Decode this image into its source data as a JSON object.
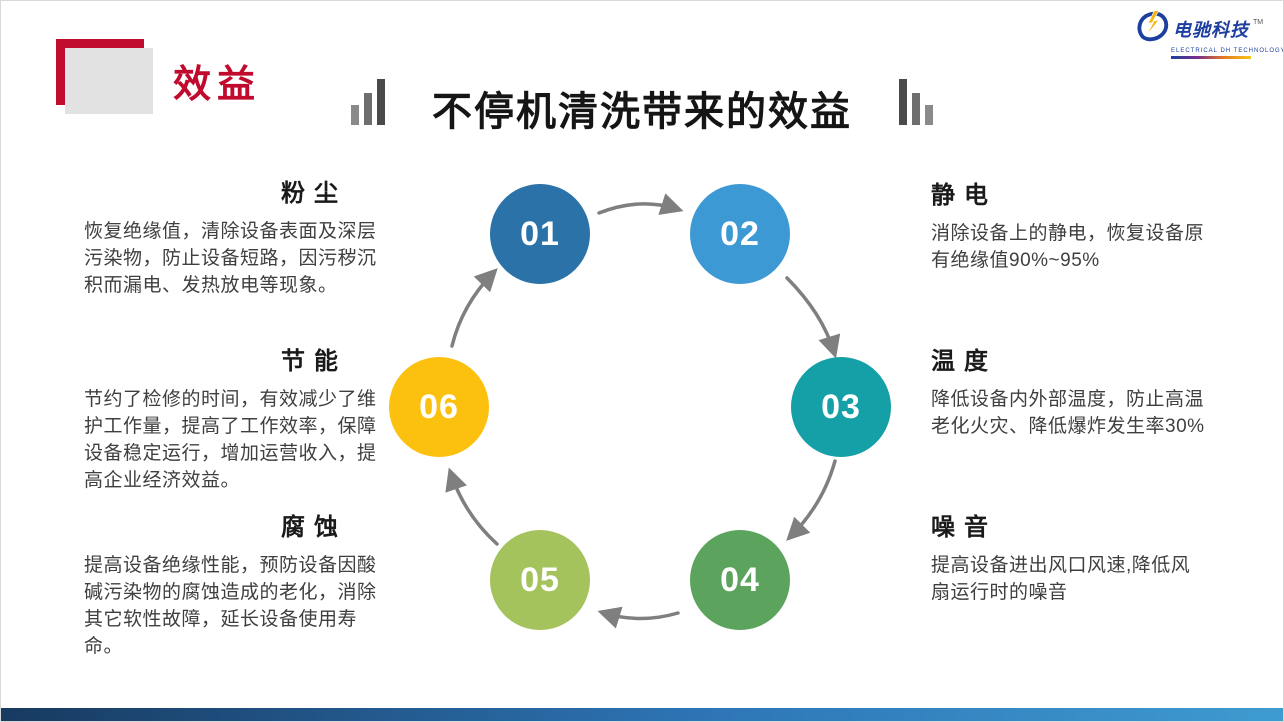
{
  "slide": {
    "section_label": "效益",
    "title": "不停机清洗带来的效益",
    "logo": {
      "brand": "电驰科技",
      "tm": "TM",
      "subtitle": "ELECTRICAL DH TECHNOLOGY"
    }
  },
  "diagram": {
    "type": "cycle",
    "steps": [
      {
        "number": "01",
        "color": "#2b72a8"
      },
      {
        "number": "02",
        "color": "#3d99d4"
      },
      {
        "number": "03",
        "color": "#14a0a6"
      },
      {
        "number": "04",
        "color": "#5ca45e"
      },
      {
        "number": "05",
        "color": "#a4c35d"
      },
      {
        "number": "06",
        "color": "#fcc10f"
      }
    ]
  },
  "benefits": {
    "left": [
      {
        "heading": "粉尘",
        "body": "恢复绝缘值，清除设备表面及深层污染物，防止设备短路，因污秽沉积而漏电、发热放电等现象。"
      },
      {
        "heading": "节能",
        "body": "节约了检修的时间，有效减少了维护工作量，提高了工作效率，保障设备稳定运行，增加运营收入，提高企业经济效益。"
      },
      {
        "heading": "腐蚀",
        "body": "提高设备绝缘性能，预防设备因酸碱污染物的腐蚀造成的老化，消除其它软性故障，延长设备使用寿命。"
      }
    ],
    "right": [
      {
        "heading": "静电",
        "body": "消除设备上的静电，恢复设备原有绝缘值90%~95%"
      },
      {
        "heading": "温度",
        "body": "降低设备内外部温度，防止高温老化火灾、降低爆炸发生率30%"
      },
      {
        "heading": "噪音",
        "body": "提高设备进出风口风速,降低风扇运行时的噪音"
      }
    ]
  },
  "colors": {
    "accent_red": "#c00a2e",
    "title_text": "#151515",
    "body_text": "#3f3f3f",
    "arrow_gray": "#7f7f7f",
    "logo_blue": "#1c3fa0",
    "footer_gradient": [
      "#173a60",
      "#2e75b6",
      "#3e9bd0"
    ]
  }
}
